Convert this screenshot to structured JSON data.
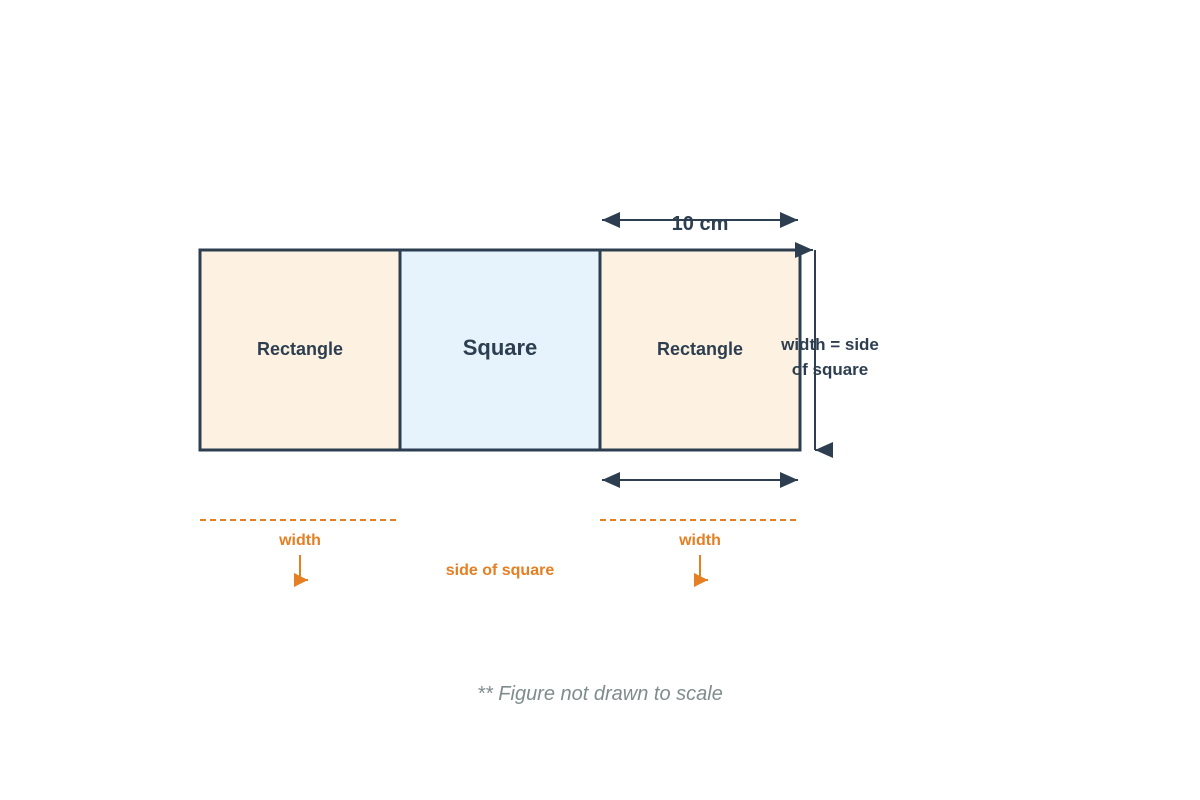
{
  "colors": {
    "outline": "#2c3e50",
    "rectangle_fill": "#fdf2e1",
    "square_fill": "#e6f3fc",
    "accent": "#e67e22",
    "note": "#7f8c8d"
  },
  "shapes": {
    "left_rectangle": "Rectangle",
    "square": "Square",
    "right_rectangle": "Rectangle"
  },
  "dimensions": {
    "top_length": "10 cm",
    "side_line1": "width = side",
    "side_line2": "of square"
  },
  "bottom_labels": {
    "left_width": "width",
    "middle": "side of square",
    "right_width": "width"
  },
  "note": "** Figure not drawn to scale"
}
